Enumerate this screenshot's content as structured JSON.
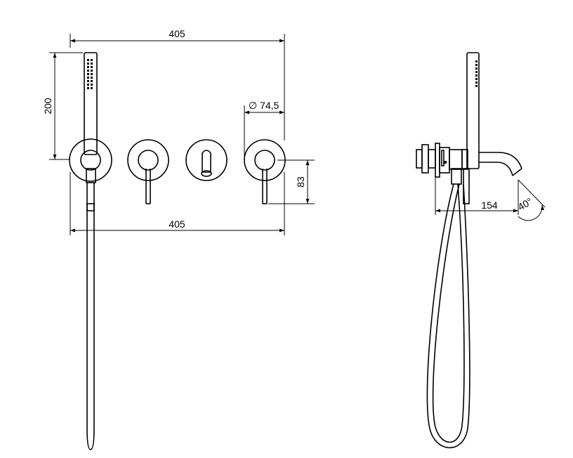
{
  "dimensions": {
    "top_width": "405",
    "bottom_width": "405",
    "handshower_height": "200",
    "rosette_diameter": "∅ 74,5",
    "lever_drop": "83",
    "spout_projection": "154",
    "spout_angle": "40°"
  }
}
